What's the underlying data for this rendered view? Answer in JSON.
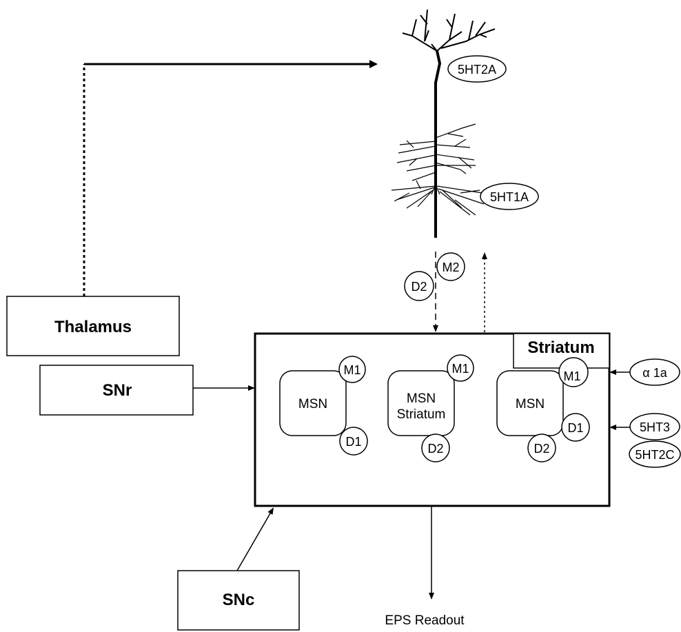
{
  "regions": {
    "thalamus": "Thalamus",
    "snr": "SNr",
    "snc": "SNc",
    "striatum": "Striatum"
  },
  "cells": {
    "msn_left": "MSN",
    "msn_middle_line1": "MSN",
    "msn_middle_line2": "Striatum",
    "msn_right": "MSN"
  },
  "receptors": {
    "m1_left": "M1",
    "d1_left": "D1",
    "m1_middle": "M1",
    "d2_middle": "D2",
    "m1_right": "M1",
    "d1_right": "D1",
    "d2_right": "D2",
    "ht2a": "5HT2A",
    "ht1a": "5HT1A",
    "m2": "M2",
    "d2_pathway": "D2",
    "alpha1a": "α 1a",
    "ht3": "5HT3",
    "ht2c": "5HT2C"
  },
  "output": {
    "eps": "EPS Readout"
  }
}
